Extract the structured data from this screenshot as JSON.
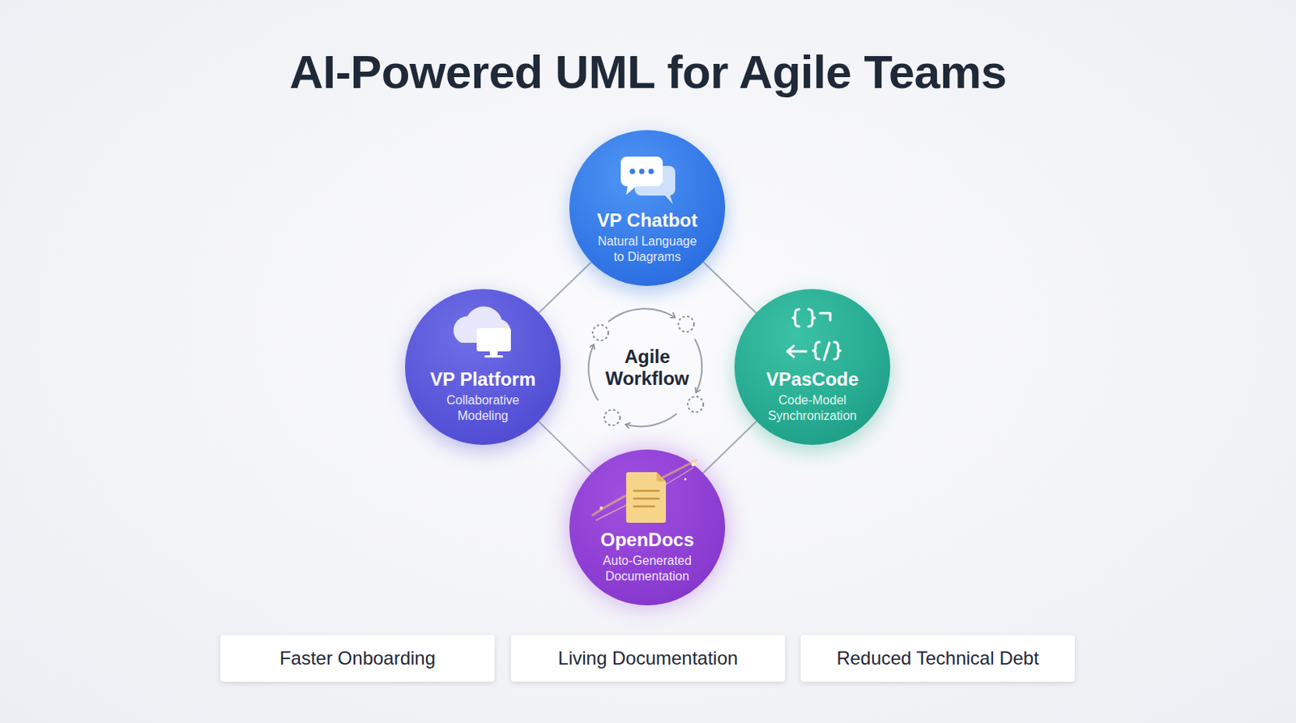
{
  "diagram": {
    "title": "AI-Powered UML for Agile Teams",
    "nodes": [
      {
        "text": [
          "VP Chatbot",
          "Natural Language to Diagrams"
        ]
      },
      {
        "text": [
          "VP Platform",
          "Collaborative Modeling"
        ]
      },
      {
        "text": [
          "VPasCode",
          "Code-Model Synchronization"
        ]
      },
      {
        "text": [
          "OpenDocs",
          "Auto-Generated Documentation"
        ]
      },
      {
        "text": [
          "Faster Onboarding"
        ]
      },
      {
        "text": [
          "Living Documentation"
        ]
      },
      {
        "text": [
          "Reduced Technical Debt"
        ]
      }
    ],
    "edges": [
      {
        "from": 0,
        "to": 1,
        "arrow": "none"
      },
      {
        "from": 0,
        "to": 2,
        "arrow": "none"
      },
      {
        "from": 1,
        "to": 3,
        "arrow": "none"
      },
      {
        "from": 2,
        "to": 3,
        "arrow": "none"
      }
    ],
    "labels": [
      "Agile Workflow"
    ]
  }
}
